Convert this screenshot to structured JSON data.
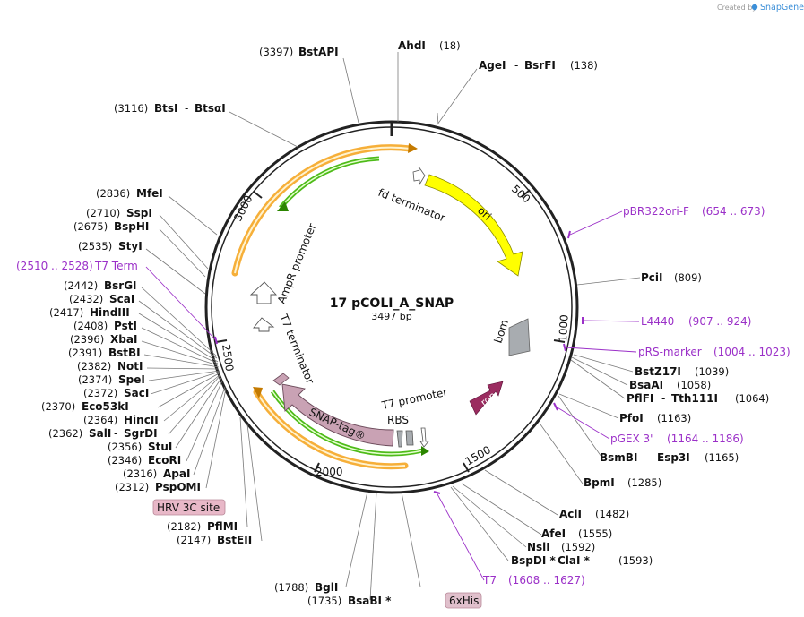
{
  "credit": {
    "prefix": "Created by",
    "brand": "SnapGene"
  },
  "title": "17 pCOLI_A_SNAP",
  "subtitle": "3497 bp",
  "ticks": {
    "t500": "500",
    "t1000": "1000",
    "t1500": "1500",
    "t2000": "2000",
    "t2500": "2500",
    "t3000": "3000"
  },
  "features": {
    "fd_terminator": "fd terminator",
    "ori": "ori",
    "ampr_promoter": "AmpR promoter",
    "t7_terminator": "T7 terminator",
    "bom": "bom",
    "rop": "rop",
    "t7_promoter": "T7 promoter",
    "rbs": "RBS",
    "snap_tag": "SNAP-tag®",
    "hrv": "HRV 3C site",
    "his": "6xHis"
  },
  "enzymes": [
    {
      "name": "BstAPI",
      "pos": "(3397)"
    },
    {
      "name": "AhdI",
      "pos": "(18)"
    },
    {
      "name": "AgeI",
      "name2": "BsrFI",
      "pos": "(138)"
    },
    {
      "name": "BtsI",
      "name2": "BtsαI",
      "pos": "(3116)"
    },
    {
      "name": "MfeI",
      "pos": "(2836)"
    },
    {
      "name": "SspI",
      "pos": "(2710)"
    },
    {
      "name": "BspHI",
      "pos": "(2675)"
    },
    {
      "name": "StyI",
      "pos": "(2535)"
    },
    {
      "name": "BsrGI",
      "pos": "(2442)"
    },
    {
      "name": "ScaI",
      "pos": "(2432)"
    },
    {
      "name": "HindIII",
      "pos": "(2417)"
    },
    {
      "name": "PstI",
      "pos": "(2408)"
    },
    {
      "name": "XbaI",
      "pos": "(2396)"
    },
    {
      "name": "BstBI",
      "pos": "(2391)"
    },
    {
      "name": "NotI",
      "pos": "(2382)"
    },
    {
      "name": "SpeI",
      "pos": "(2374)"
    },
    {
      "name": "SacI",
      "pos": "(2372)"
    },
    {
      "name": "Eco53kI",
      "pos": "(2370)"
    },
    {
      "name": "HincII",
      "pos": "(2364)"
    },
    {
      "name": "SalI",
      "name2": "SgrDI",
      "pos": "(2362)"
    },
    {
      "name": "StuI",
      "pos": "(2356)"
    },
    {
      "name": "EcoRI",
      "pos": "(2346)"
    },
    {
      "name": "ApaI",
      "pos": "(2316)"
    },
    {
      "name": "PspOMI",
      "pos": "(2312)"
    },
    {
      "name": "PflMI",
      "pos": "(2182)"
    },
    {
      "name": "BstEII",
      "pos": "(2147)"
    },
    {
      "name": "BglI",
      "pos": "(1788)"
    },
    {
      "name": "BsaBI *",
      "pos": "(1735)"
    },
    {
      "name": "PciI",
      "pos": "(809)"
    },
    {
      "name": "BstZ17I",
      "pos": "(1039)"
    },
    {
      "name": "BsaAI",
      "pos": "(1058)"
    },
    {
      "name": "PflFI",
      "name2": "Tth111I",
      "pos": "(1064)"
    },
    {
      "name": "PfoI",
      "pos": "(1163)"
    },
    {
      "name": "BsmBI",
      "name2": "Esp3I",
      "pos": "(1165)"
    },
    {
      "name": "BpmI",
      "pos": "(1285)"
    },
    {
      "name": "AclI",
      "pos": "(1482)"
    },
    {
      "name": "AfeI",
      "pos": "(1555)"
    },
    {
      "name": "NsiI",
      "pos": "(1592)"
    },
    {
      "name": "BspDI *",
      "name2": "ClaI *",
      "pos": "(1593)"
    }
  ],
  "primers": [
    {
      "name": "pBR322ori-F",
      "range": "(654 .. 673)"
    },
    {
      "name": "L4440",
      "range": "(907 .. 924)"
    },
    {
      "name": "pRS-marker",
      "range": "(1004 .. 1023)"
    },
    {
      "name": "pGEX 3'",
      "range": "(1164 .. 1186)"
    },
    {
      "name": "T7",
      "range": "(1608 .. 1627)"
    },
    {
      "name": "T7 Term",
      "range": "(2510 .. 2528)"
    }
  ],
  "colors": {
    "ori": "#ffff00",
    "orange": "#f5a623",
    "green": "#3bb400",
    "snap": "#c9a2b4",
    "rop": "#9b2c60",
    "bom": "#a8acb0",
    "primer": "#9b30c8",
    "hrv_bg": "#e8b8c8",
    "his_bg": "#e0c0cc"
  }
}
